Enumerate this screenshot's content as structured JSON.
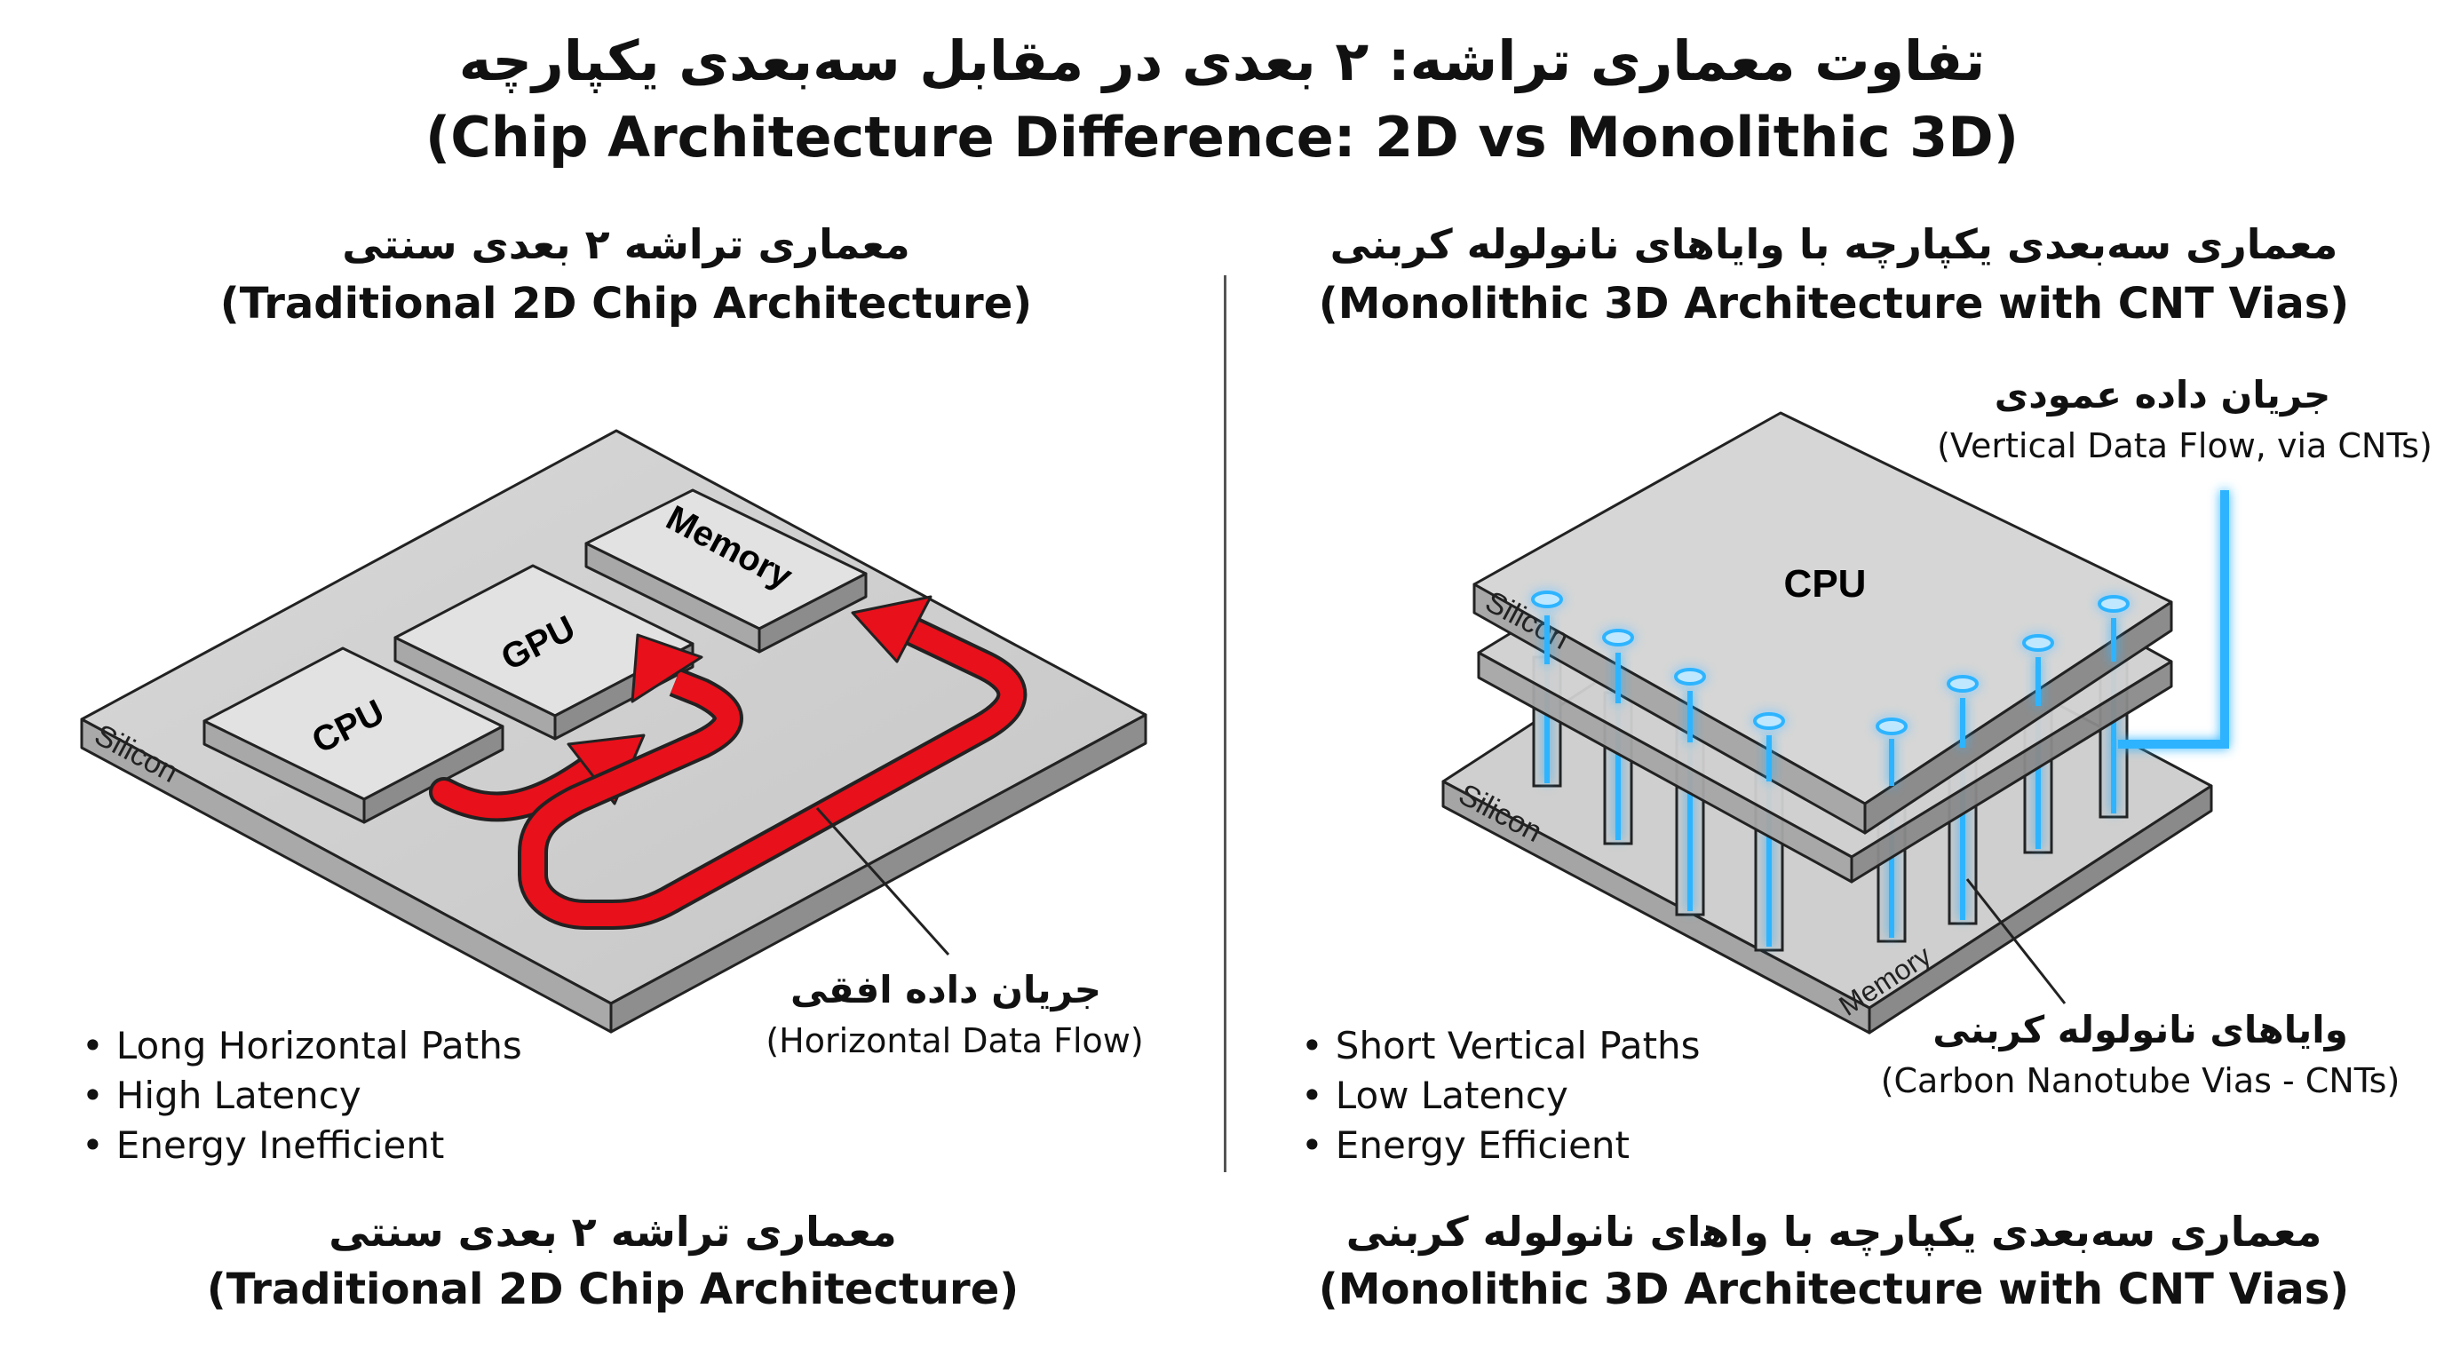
{
  "title": {
    "fa": "تفاوت معماری تراشه: ۲ بعدی در مقابل سه‌بعدی یکپارچه",
    "en": "(Chip Architecture Difference: 2D vs Monolithic 3D)"
  },
  "left": {
    "heading_fa": "معماری تراشه ۲ بعدی سنتی",
    "heading_en": "(Traditional 2D Chip Architecture)",
    "labels": {
      "silicon": "Silicon",
      "cpu": "CPU",
      "gpu": "GPU",
      "memory": "Memory"
    },
    "flow_fa": "جریان داده افقی",
    "flow_en": "(Horizontal Data Flow)",
    "bullets": [
      "Long Horizontal Paths",
      "High Latency",
      "Energy Inefficient"
    ],
    "footer_fa": "معماری تراشه ۲ بعدی سنتی",
    "footer_en": "(Traditional 2D Chip Architecture)",
    "arrow_color": "#e8101a"
  },
  "right": {
    "heading_fa": "معماری سه‌بعدی یکپارچه با وایاهای نانولوله کربنی",
    "heading_en": "(Monolithic 3D Architecture with CNT Vias)",
    "labels": {
      "cpu": "CPU",
      "silicon_top": "Silicon",
      "silicon_bottom": "Silicon",
      "memory": "Memory"
    },
    "vertical_fa": "جریان داده عمودی",
    "vertical_en": "(Vertical Data Flow, via CNTs)",
    "vias_fa": "وایاهای نانولوله کربنی",
    "vias_en": "(Carbon Nanotube Vias - CNTs)",
    "bullets": [
      "Short Vertical Paths",
      "Low Latency",
      "Energy Efficient"
    ],
    "footer_fa": "معماری سه‌بعدی یکپارچه با واﻫای نانولوله کربنی",
    "footer_en": "(Monolithic 3D Architecture with CNT Vias)",
    "glow_color": "#2fb4ff"
  }
}
